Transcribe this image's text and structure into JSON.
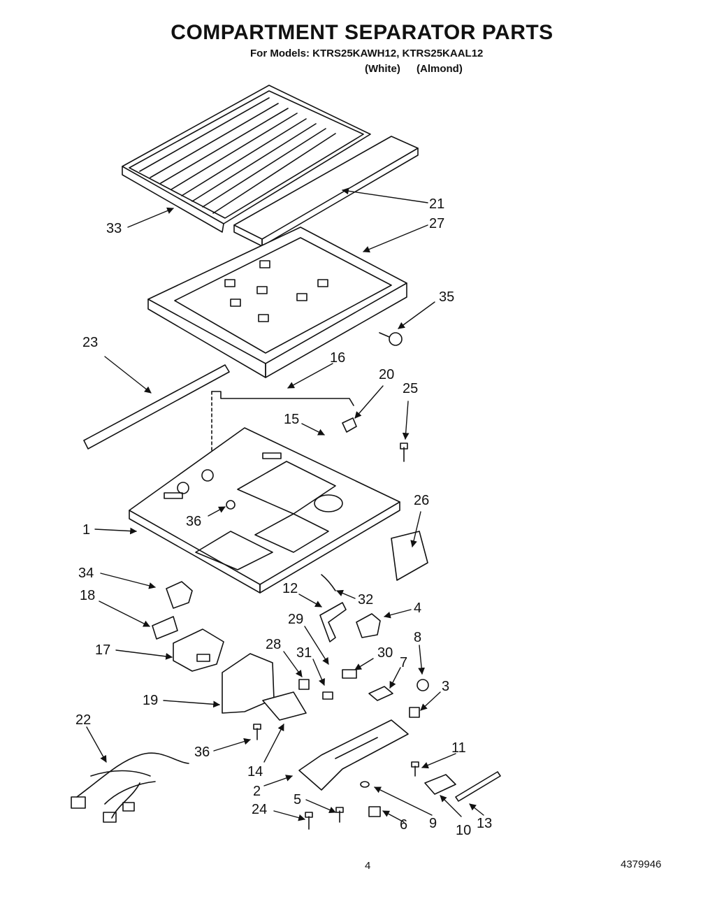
{
  "header": {
    "title": "COMPARTMENT SEPARATOR PARTS",
    "subtitle": "For Models: KTRS25KAWH12, KTRS25KAAL12",
    "variant_a": "(White)",
    "variant_b": "(Almond)"
  },
  "footer": {
    "page_number": "4",
    "document_number": "4379946"
  },
  "callouts": [
    {
      "id": "c21",
      "label": "21"
    },
    {
      "id": "c33",
      "label": "33"
    },
    {
      "id": "c27",
      "label": "27"
    },
    {
      "id": "c35",
      "label": "35"
    },
    {
      "id": "c23",
      "label": "23"
    },
    {
      "id": "c16",
      "label": "16"
    },
    {
      "id": "c20",
      "label": "20"
    },
    {
      "id": "c25",
      "label": "25"
    },
    {
      "id": "c15",
      "label": "15"
    },
    {
      "id": "c1",
      "label": "1"
    },
    {
      "id": "c36a",
      "label": "36"
    },
    {
      "id": "c26",
      "label": "26"
    },
    {
      "id": "c34",
      "label": "34"
    },
    {
      "id": "c12",
      "label": "12"
    },
    {
      "id": "c32",
      "label": "32"
    },
    {
      "id": "c4",
      "label": "4"
    },
    {
      "id": "c18",
      "label": "18"
    },
    {
      "id": "c29",
      "label": "29"
    },
    {
      "id": "c8",
      "label": "8"
    },
    {
      "id": "c17",
      "label": "17"
    },
    {
      "id": "c28",
      "label": "28"
    },
    {
      "id": "c31",
      "label": "31"
    },
    {
      "id": "c30",
      "label": "30"
    },
    {
      "id": "c7",
      "label": "7"
    },
    {
      "id": "c3",
      "label": "3"
    },
    {
      "id": "c19",
      "label": "19"
    },
    {
      "id": "c22",
      "label": "22"
    },
    {
      "id": "c36b",
      "label": "36"
    },
    {
      "id": "c11",
      "label": "11"
    },
    {
      "id": "c14",
      "label": "14"
    },
    {
      "id": "c2",
      "label": "2"
    },
    {
      "id": "c5",
      "label": "5"
    },
    {
      "id": "c24",
      "label": "24"
    },
    {
      "id": "c6",
      "label": "6"
    },
    {
      "id": "c9",
      "label": "9"
    },
    {
      "id": "c10",
      "label": "10"
    },
    {
      "id": "c13",
      "label": "13"
    }
  ]
}
